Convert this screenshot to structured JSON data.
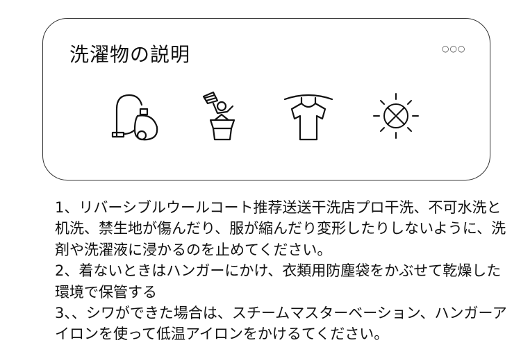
{
  "card": {
    "title": "洗濯物の説明",
    "menu_dots": "○○○",
    "icons": [
      "vacuum-cleaner-icon",
      "person-in-tub-icon",
      "hanging-shirt-icon",
      "no-sun-drying-icon"
    ]
  },
  "instructions": [
    "1、リバーシブルウールコート推荐送送干洗店プロ干洗、不可水洗と机洗、禁生地が傷んだり、服が縮んだり変形したりしないように、洗剤や洗濯液に浸かるのを止めてください。",
    "2、着ないときはハンガーにかけ、衣類用防塵袋をかぶせて乾燥した環境で保管する",
    "3、、シワができた場合は、スチームマスターベーション、ハンガーアイロンを使って低温アイロンをかけるてください。"
  ]
}
